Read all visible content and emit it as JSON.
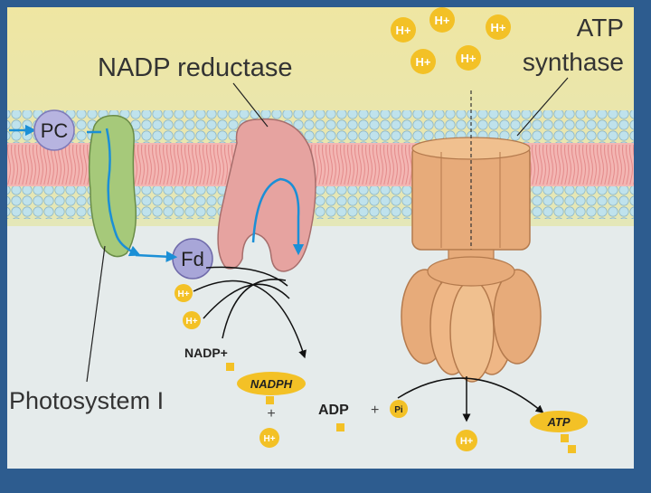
{
  "labels": {
    "nadp_reductase": "NADP reductase",
    "atp_synthase_line1": "ATP",
    "atp_synthase_line2": "synthase",
    "pc": "PC",
    "fd": "Fd",
    "photosystem": "Photosystem I",
    "nadp_plus": "NADP+",
    "nadph": "NADPH",
    "plus1": "+",
    "adp": "ADP",
    "plus2": "+",
    "pi": "Pi",
    "atp": "ATP",
    "h_plus": "H+"
  },
  "colors": {
    "frame": "#2d5c8f",
    "lumen": "#e9e5a4",
    "stroma": "#e5ebeb",
    "membrane_core": "#f3b6b3",
    "lipid_head": "#bfe2ec",
    "photosystem": "#a6c97a",
    "nadp_reductase": "#e6a3a0",
    "atp_synthase": "#e7ab7a",
    "proton": "#f3c126",
    "arrow": "#1b8fd6"
  },
  "icons": {
    "proton": "h-plus-ion",
    "pc": "plastocyanin-circle",
    "fd": "ferredoxin-circle"
  }
}
